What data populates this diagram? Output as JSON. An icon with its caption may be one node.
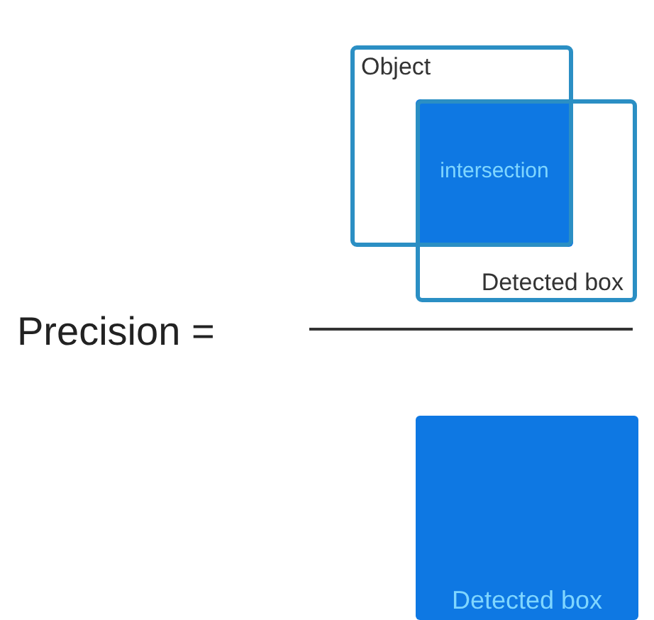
{
  "diagram": {
    "nodes": [
      {
        "text": [
          "Object"
        ]
      },
      {
        "text": [
          "Detected box"
        ]
      },
      {
        "text": [
          "intersection"
        ]
      },
      {
        "text": [
          "Detected box"
        ]
      }
    ],
    "labels": [
      "Precision ="
    ]
  }
}
